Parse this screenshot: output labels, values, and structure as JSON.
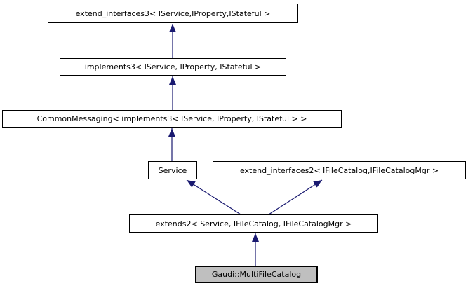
{
  "diagram": {
    "kind": "class-inheritance-graph",
    "nodes": [
      {
        "id": "extend_interfaces3",
        "label": "extend_interfaces3< IService,IProperty,IStateful >",
        "highlighted": false
      },
      {
        "id": "implements3",
        "label": "implements3< IService, IProperty, IStateful >",
        "highlighted": false
      },
      {
        "id": "common_messaging",
        "label": "CommonMessaging< implements3< IService, IProperty, IStateful > >",
        "highlighted": false
      },
      {
        "id": "service",
        "label": "Service",
        "highlighted": false
      },
      {
        "id": "extend_interfaces2",
        "label": "extend_interfaces2< IFileCatalog,IFileCatalogMgr >",
        "highlighted": false
      },
      {
        "id": "extends2",
        "label": "extends2< Service, IFileCatalog, IFileCatalogMgr >",
        "highlighted": false
      },
      {
        "id": "multi_file_catalog",
        "label": "Gaudi::MultiFileCatalog",
        "highlighted": true
      }
    ],
    "edges": [
      {
        "from": "implements3",
        "to": "extend_interfaces3"
      },
      {
        "from": "common_messaging",
        "to": "implements3"
      },
      {
        "from": "service",
        "to": "common_messaging"
      },
      {
        "from": "extends2",
        "to": "service"
      },
      {
        "from": "extends2",
        "to": "extend_interfaces2"
      },
      {
        "from": "multi_file_catalog",
        "to": "extends2"
      }
    ],
    "colors": {
      "edge": "#191970",
      "node_border": "#000000",
      "node_background": "#ffffff",
      "highlight_background": "#bfbfbf",
      "text": "#000000",
      "page_background": "#ffffff"
    }
  }
}
